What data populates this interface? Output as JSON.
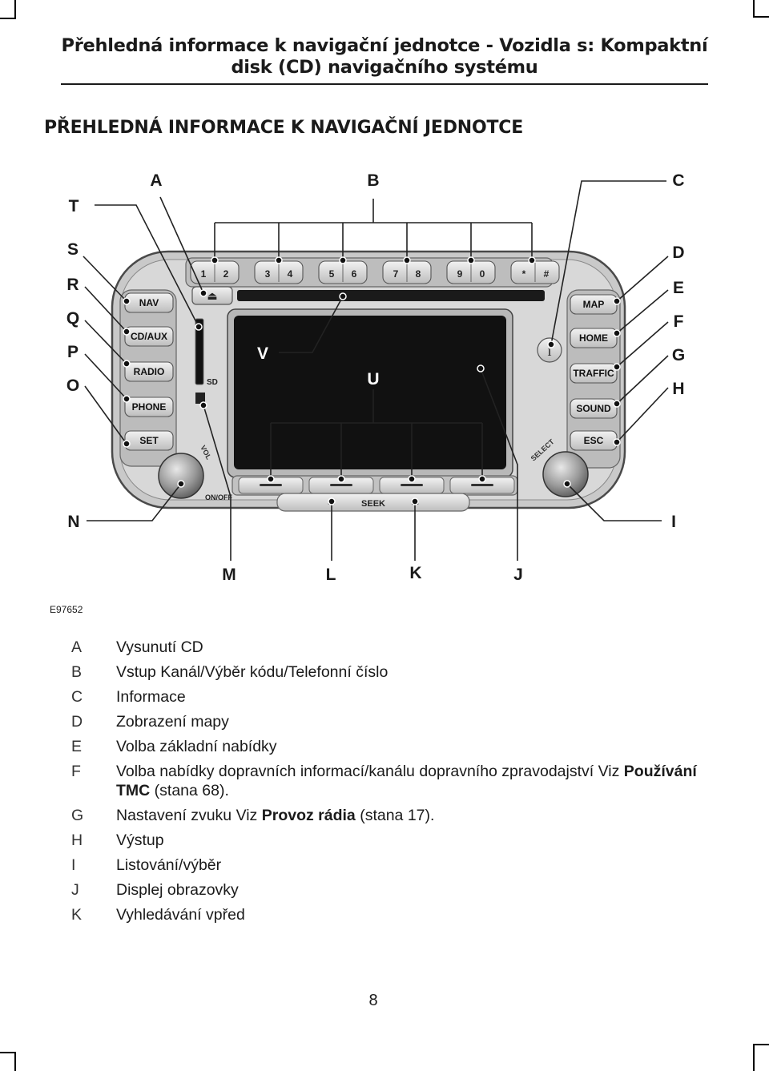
{
  "header": {
    "line1": "Přehledná informace k navigační jednotce - Vozidla s: Kompaktní",
    "line2": "disk (CD) navigačního systému"
  },
  "section_title": "PŘEHLEDNÁ INFORMACE K NAVIGAČNÍ JEDNOTCE",
  "figure": {
    "code": "E97652",
    "callouts": {
      "A": "A",
      "B": "B",
      "C": "C",
      "D": "D",
      "E": "E",
      "F": "F",
      "G": "G",
      "H": "H",
      "I": "I",
      "J": "J",
      "K": "K",
      "L": "L",
      "M": "M",
      "N": "N",
      "O": "O",
      "P": "P",
      "Q": "Q",
      "R": "R",
      "S": "S",
      "T": "T",
      "U": "U",
      "V": "V"
    },
    "buttons": {
      "nav": "NAV",
      "cd_aux": "CD/AUX",
      "radio": "RADIO",
      "phone": "PHONE",
      "set": "SET",
      "map": "MAP",
      "home": "HOME",
      "traffic": "TRAFFIC",
      "sound": "SOUND",
      "esc": "ESC",
      "seek": "SEEK",
      "on_off": "ON/OFF",
      "vol": "VOL",
      "select": "SELECT",
      "sd": "SD",
      "info": "i",
      "presets": [
        {
          "a": "1",
          "b": "2"
        },
        {
          "a": "3",
          "b": "4"
        },
        {
          "a": "5",
          "b": "6"
        },
        {
          "a": "7",
          "b": "8"
        },
        {
          "a": "9",
          "b": "0"
        },
        {
          "a": "*",
          "b": "#"
        }
      ]
    }
  },
  "legend": [
    {
      "key": "A",
      "text": "Vysunutí CD"
    },
    {
      "key": "B",
      "text": "Vstup Kanál/Výběr kódu/Telefonní číslo"
    },
    {
      "key": "C",
      "text": "Informace"
    },
    {
      "key": "D",
      "text": "Zobrazení mapy"
    },
    {
      "key": "E",
      "text": "Volba základní nabídky"
    },
    {
      "key": "F",
      "pre": "Volba nabídky dopravních informací/kanálu dopravního zpravodajství  Viz ",
      "bold": "Používání TMC",
      "post": " (stana 68)."
    },
    {
      "key": "G",
      "pre": "Nastavení zvuku  Viz ",
      "bold": "Provoz rádia",
      "post": "  (stana 17)."
    },
    {
      "key": "H",
      "text": "Výstup"
    },
    {
      "key": "I",
      "text": "Listování/výběr"
    },
    {
      "key": "J",
      "text": "Displej obrazovky"
    },
    {
      "key": "K",
      "text": "Vyhledávání vpřed"
    }
  ],
  "page_number": "8"
}
